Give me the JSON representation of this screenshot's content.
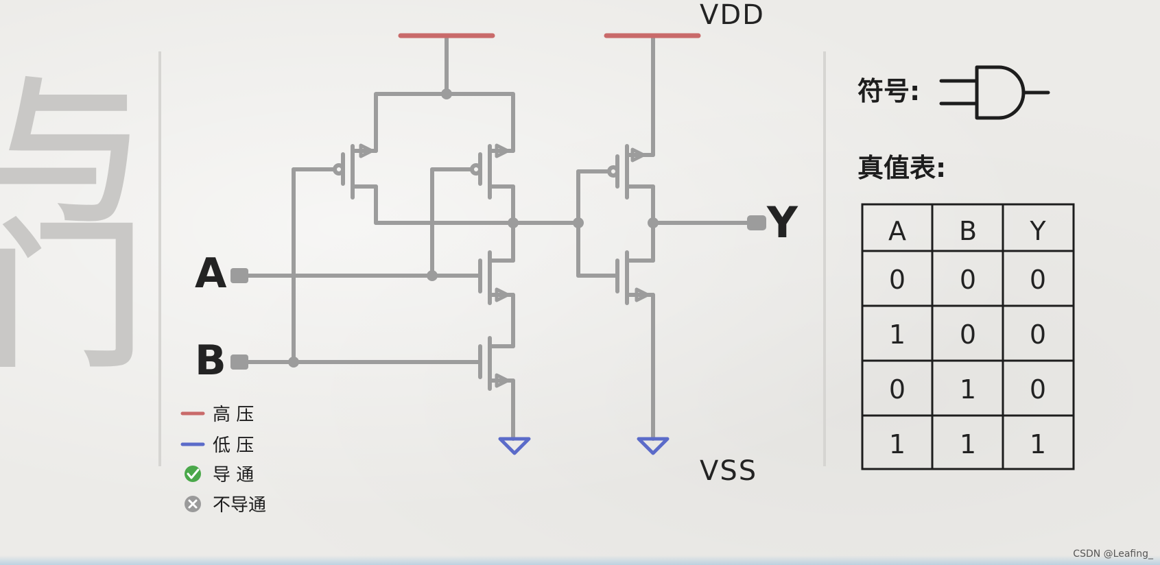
{
  "title_chars": [
    "与",
    "门"
  ],
  "rails": {
    "vdd": "VDD",
    "vss": "VSS"
  },
  "io": {
    "input_a": "A",
    "input_b": "B",
    "output_y": "Y"
  },
  "legend": [
    {
      "label": "高 压",
      "kind": "line",
      "color": "#c96a6a"
    },
    {
      "label": "低 压",
      "kind": "line",
      "color": "#5b6bc9"
    },
    {
      "label": "导 通",
      "kind": "check-icon",
      "color": "#4aa84a"
    },
    {
      "label": "不导通",
      "kind": "cross-icon",
      "color": "#9a9a9a"
    }
  ],
  "symbol_label": "符号:",
  "truth_table_label": "真值表:",
  "truth_table": {
    "headers": [
      "A",
      "B",
      "Y"
    ],
    "rows": [
      [
        "0",
        "0",
        "0"
      ],
      [
        "1",
        "0",
        "0"
      ],
      [
        "0",
        "1",
        "0"
      ],
      [
        "1",
        "1",
        "1"
      ]
    ]
  },
  "colors": {
    "wire": "#9c9c9c",
    "high": "#c96a6a",
    "low": "#5b6bc9",
    "ink": "#232323"
  },
  "watermark": "CSDN @Leafing_"
}
